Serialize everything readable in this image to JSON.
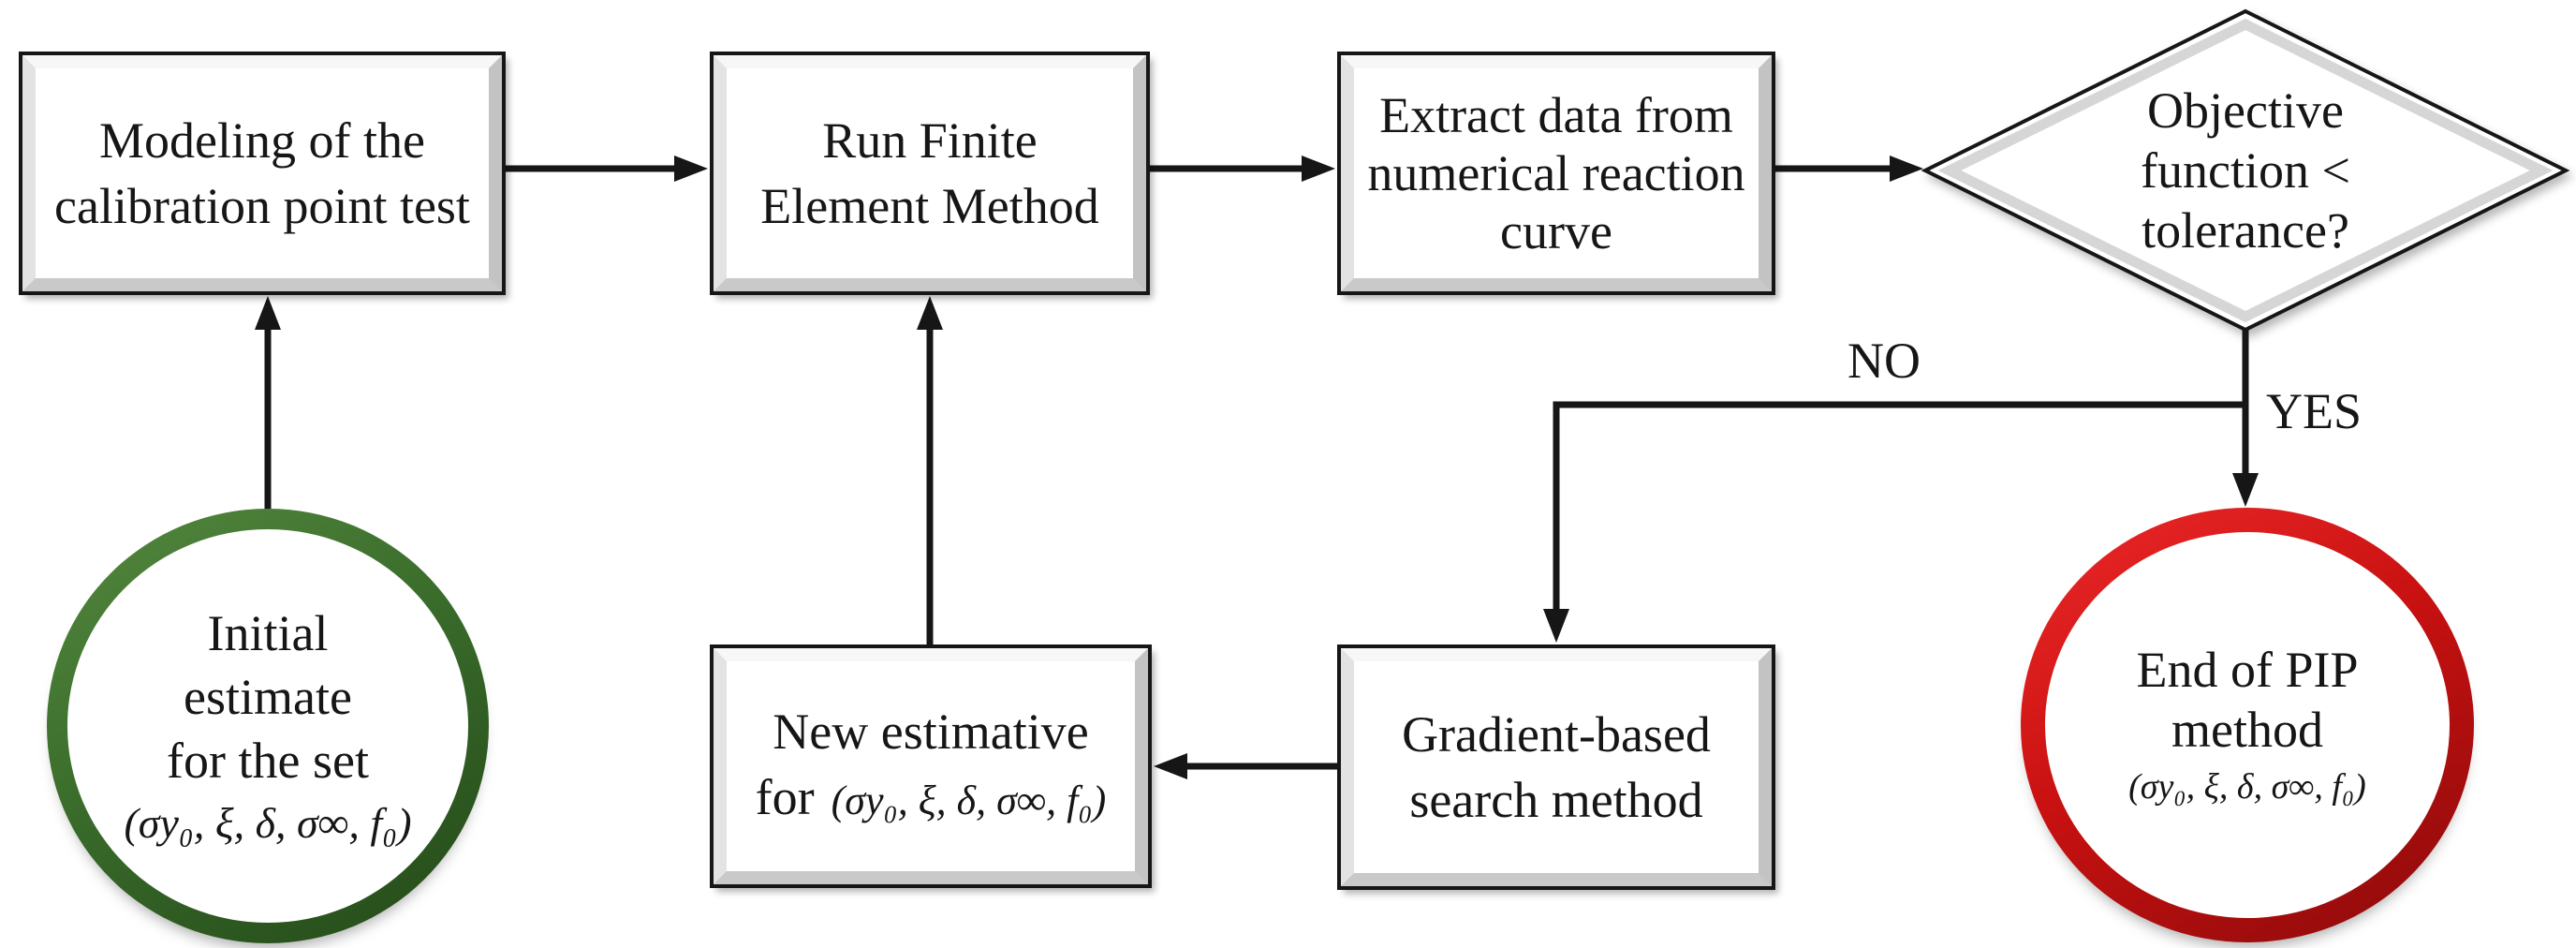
{
  "nodes": {
    "modeling": {
      "lines": [
        "Modeling of the",
        "calibration point test"
      ]
    },
    "run_fem": {
      "lines": [
        "Run Finite",
        "Element Method"
      ]
    },
    "extract": {
      "lines": [
        "Extract data from",
        "numerical reaction",
        "curve"
      ]
    },
    "decision": {
      "lines": [
        "Objective",
        "function <",
        "tolerance?"
      ]
    },
    "initial": {
      "lines": [
        "Initial",
        "estimate",
        "for the set"
      ],
      "params": "(σy₀, ξ, δ, σ∞, f₀)"
    },
    "new_estimate": {
      "line1": "New estimative",
      "for_label": "for",
      "params": "(σy₀, ξ, δ, σ∞, f₀)"
    },
    "gradient": {
      "lines": [
        "Gradient-based",
        "search method"
      ]
    },
    "end": {
      "lines": [
        "End of PIP",
        "method"
      ],
      "params": "(σy₀, ξ, δ, σ∞, f₀)"
    }
  },
  "labels": {
    "no": "NO",
    "yes": "YES"
  },
  "colors": {
    "ink": "#161616",
    "box_fill": "#ffffff",
    "start_ring_light": "#55893f",
    "start_ring_mid": "#3a6c2b",
    "start_ring_dark": "#234818",
    "end_ring_light": "#ee2a2a",
    "end_ring_mid": "#c91111",
    "end_ring_dark": "#8a0a0a"
  }
}
